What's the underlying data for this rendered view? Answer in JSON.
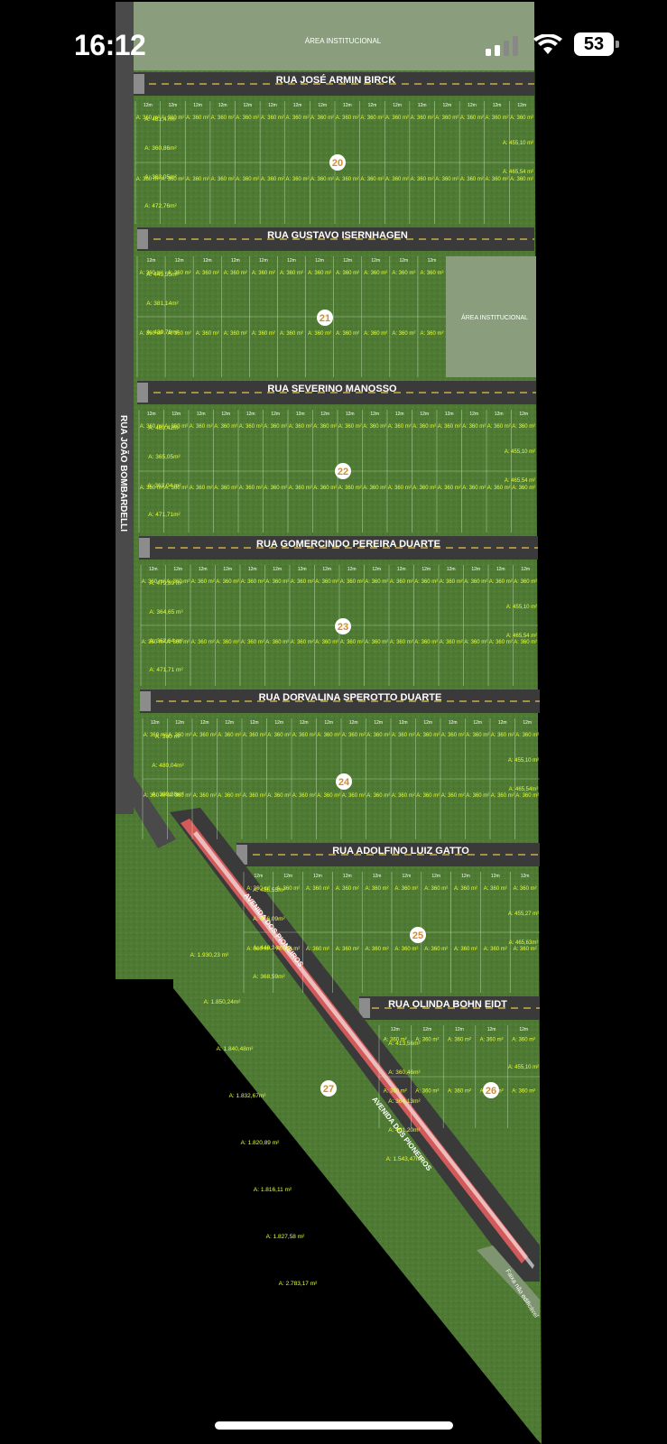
{
  "status_bar": {
    "time": "16:12",
    "battery_level": "53",
    "icons": [
      "cellular-signal-icon",
      "wifi-icon",
      "battery-icon"
    ]
  },
  "map": {
    "institutional_area_label": "ÁREA INSTITUCIONAL",
    "streets": {
      "rua_jose_armin_birck": "RUA JOSÉ ARMIN BIRCK",
      "rua_gustavo_isernhagen": "RUA GUSTAVO ISERNHAGEN",
      "rua_severino_manosso": "RUA SEVERINO MANOSSO",
      "rua_gomercindo": "RUA GOMERCINDO PEREIRA DUARTE",
      "rua_dorvalina": "RUA DORVALINA SPEROTTO DUARTE",
      "rua_adolfino": "RUA ADOLFINO LUIZ GATTO",
      "rua_olinda": "RUA OLINDA BOHN EIDT",
      "rua_joao_bombardelli": "RUA JOÃO BOMBARDELLI",
      "avenida_dos_pioneiros": "AVENIDA DOS PIONEIROS",
      "faixa": "Faixa não edificável"
    },
    "standard_lot_area": "A: 360 m²",
    "lot_width": "12m",
    "blocks": [
      {
        "number": "20",
        "corner_areas": [
          "A: 481,47m²",
          "A: 360,86m²",
          "A: 363,05m²",
          "A: 472,76m²"
        ],
        "end_areas": [
          "A: 455,10 m²",
          "A: 465,54 m²"
        ]
      },
      {
        "number": "21",
        "corner_areas": [
          "A: 449,55m²",
          "A: 381,14m²",
          "A: 439,78m²"
        ],
        "end_areas": []
      },
      {
        "number": "22",
        "corner_areas": [
          "A: 480,42m²",
          "A: 365,05m²",
          "A: 363,04 m²",
          "A: 471,71m²"
        ],
        "end_areas": [
          "A: 455,10 m²",
          "A: 465,54 m²"
        ]
      },
      {
        "number": "23",
        "corner_areas": [
          "A: 479,89 m²",
          "A: 364,65 m²",
          "A: 362,64 m²",
          "A: 471,71 m²"
        ],
        "end_areas": [
          "A: 455,10 m²",
          "A: 465,54 m²"
        ]
      },
      {
        "number": "24",
        "corner_areas": [
          "A: 360 m²",
          "A: 480,04m²",
          "A: 399,88m²"
        ],
        "end_areas": [
          "A: 455,10 m²",
          "A: 465,54m²"
        ]
      },
      {
        "number": "25",
        "corner_areas": [
          "A: 486,55m²",
          "A: 416,09m²",
          "A: 446,24m²",
          "A: 368,59m²"
        ],
        "end_areas": [
          "A: 455,27 m²",
          "A: 465,63m²"
        ]
      },
      {
        "number": "26",
        "corner_areas": [
          "A: 413,56m²",
          "A: 360,46m²",
          "A: 364,13m²",
          "A: 401,20m²",
          "A: 1.543,47m²"
        ],
        "end_areas": [
          "A: 455,10 m²"
        ]
      },
      {
        "number": "27",
        "corner_areas": [
          "A: 1.930,23 m²",
          "A: 1.850,24m²",
          "A: 1.840,48m²",
          "A: 1.832,67m²",
          "A: 1.820,89 m²",
          "A: 1.816,11 m²",
          "A: 1.827,58 m²",
          "A: 2.783,17 m²"
        ],
        "end_areas": []
      }
    ]
  },
  "colors": {
    "grass": "#4e7a34",
    "road": "#3a3a3a",
    "lot_label": "#d42a2a",
    "area_label": "#e7ff3a",
    "institutional": "#8a9e7e",
    "bike_lane": "#d35a5a"
  }
}
